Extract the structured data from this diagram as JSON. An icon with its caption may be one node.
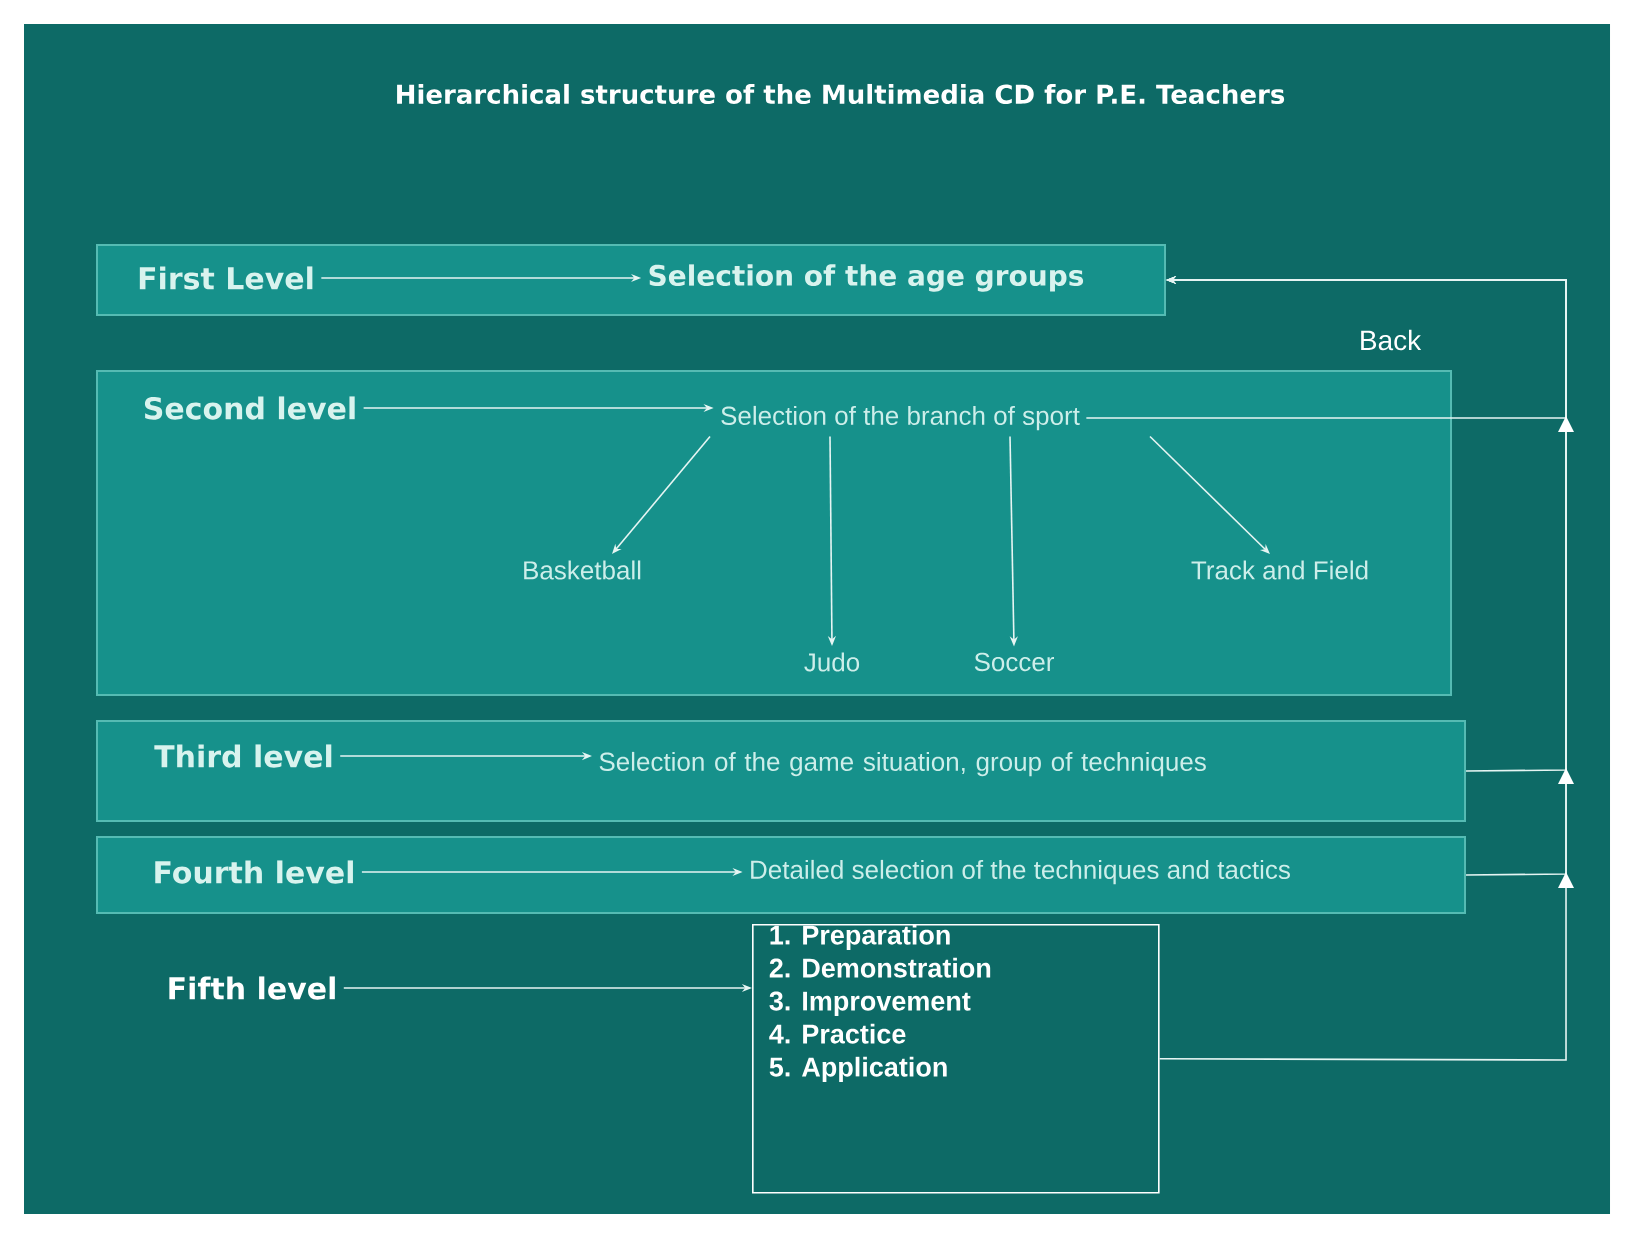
{
  "diagram": {
    "title": "Hierarchical structure of the Multimedia CD for P.E. Teachers",
    "nodes": [
      {
        "text": [],
        "shape": "box"
      },
      {
        "text": [
          "First Level"
        ],
        "in": 0
      },
      {
        "text": [
          "Selection of the age groups"
        ],
        "in": 0
      },
      {
        "text": [],
        "shape": "box"
      },
      {
        "text": [
          "Second level"
        ],
        "in": 3
      },
      {
        "text": [
          "Selection of the branch of sport"
        ],
        "in": 3
      },
      {
        "text": [
          "Basketball"
        ],
        "in": 3
      },
      {
        "text": [
          "Judo"
        ],
        "in": 3
      },
      {
        "text": [
          "Soccer"
        ],
        "in": 3
      },
      {
        "text": [
          "Track and Field"
        ],
        "in": 3
      },
      {
        "text": [],
        "shape": "box"
      },
      {
        "text": [
          "Third level"
        ],
        "in": 10
      },
      {
        "text": [
          "Selection of the game situation, group of techniques"
        ],
        "in": 10
      },
      {
        "text": [],
        "shape": "box"
      },
      {
        "text": [
          "Fourth level"
        ],
        "in": 13
      },
      {
        "text": [
          "Detailed selection of the techniques and tactics"
        ],
        "in": 13
      },
      {
        "text": [
          "Fifth level"
        ]
      },
      {
        "text": [
          "1. Preparation",
          "2. Demonstration",
          "3. Improvement",
          "4. Practice",
          "5. Application"
        ]
      }
    ],
    "edges": [
      {
        "from": 1,
        "to": 2,
        "arrow": "to"
      },
      {
        "from": 4,
        "to": 5,
        "arrow": "to"
      },
      {
        "from": 5,
        "to": 6,
        "arrow": "to"
      },
      {
        "from": 5,
        "to": 7,
        "arrow": "to"
      },
      {
        "from": 5,
        "to": 8,
        "arrow": "to"
      },
      {
        "from": 5,
        "to": 9,
        "arrow": "to"
      },
      {
        "from": 11,
        "to": 12,
        "arrow": "to"
      },
      {
        "from": 14,
        "to": 15,
        "arrow": "to"
      },
      {
        "from": 16,
        "to": 17,
        "arrow": "to"
      },
      {
        "from": 5,
        "to": 0,
        "arrow": "to"
      },
      {
        "from": 10,
        "to": 0,
        "arrow": "to"
      },
      {
        "from": 13,
        "to": 0,
        "arrow": "to"
      },
      {
        "from": 17,
        "to": 0,
        "arrow": "to"
      }
    ],
    "labels": [
      "Back"
    ]
  }
}
